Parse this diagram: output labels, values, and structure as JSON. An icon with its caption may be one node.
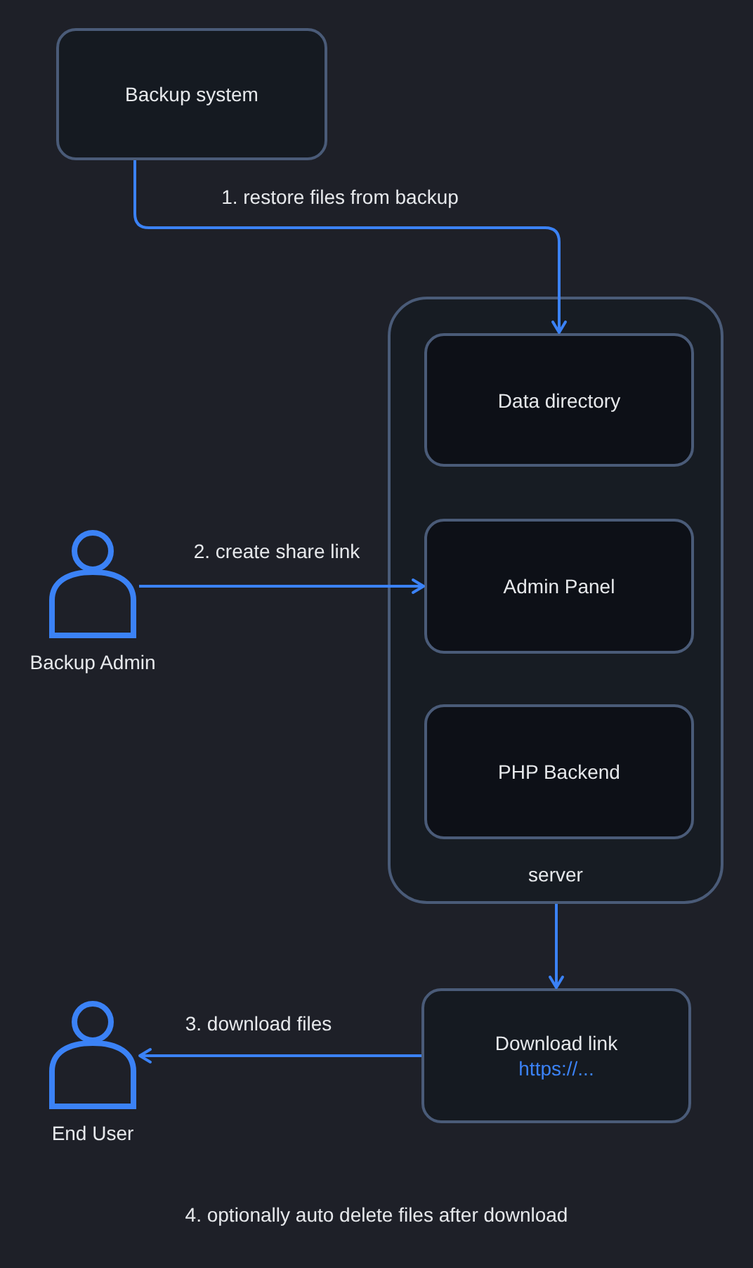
{
  "diagram": {
    "nodes": [
      {
        "text": [
          "Backup system"
        ]
      },
      {
        "text": [
          "server"
        ]
      },
      {
        "text": [
          "Data directory"
        ],
        "in": 1
      },
      {
        "text": [
          "Admin Panel"
        ],
        "in": 1
      },
      {
        "text": [
          "PHP Backend"
        ],
        "in": 1
      },
      {
        "text": [],
        "shape": "person",
        "beside": [
          "Backup Admin"
        ]
      },
      {
        "text": [
          "Download link",
          "https://..."
        ]
      },
      {
        "text": [],
        "shape": "person",
        "beside": [
          "End User"
        ]
      }
    ],
    "edges": [
      {
        "from": 0,
        "to": 2,
        "label": "1. restore files from backup",
        "arrow": "to"
      },
      {
        "from": 5,
        "to": 3,
        "label": "2. create share link",
        "arrow": "to"
      },
      {
        "from": 1,
        "to": 6,
        "arrow": "to"
      },
      {
        "from": 6,
        "to": 7,
        "label": "3. download files",
        "arrow": "to"
      }
    ],
    "labels": [
      "4. optionally auto delete files after download"
    ]
  }
}
